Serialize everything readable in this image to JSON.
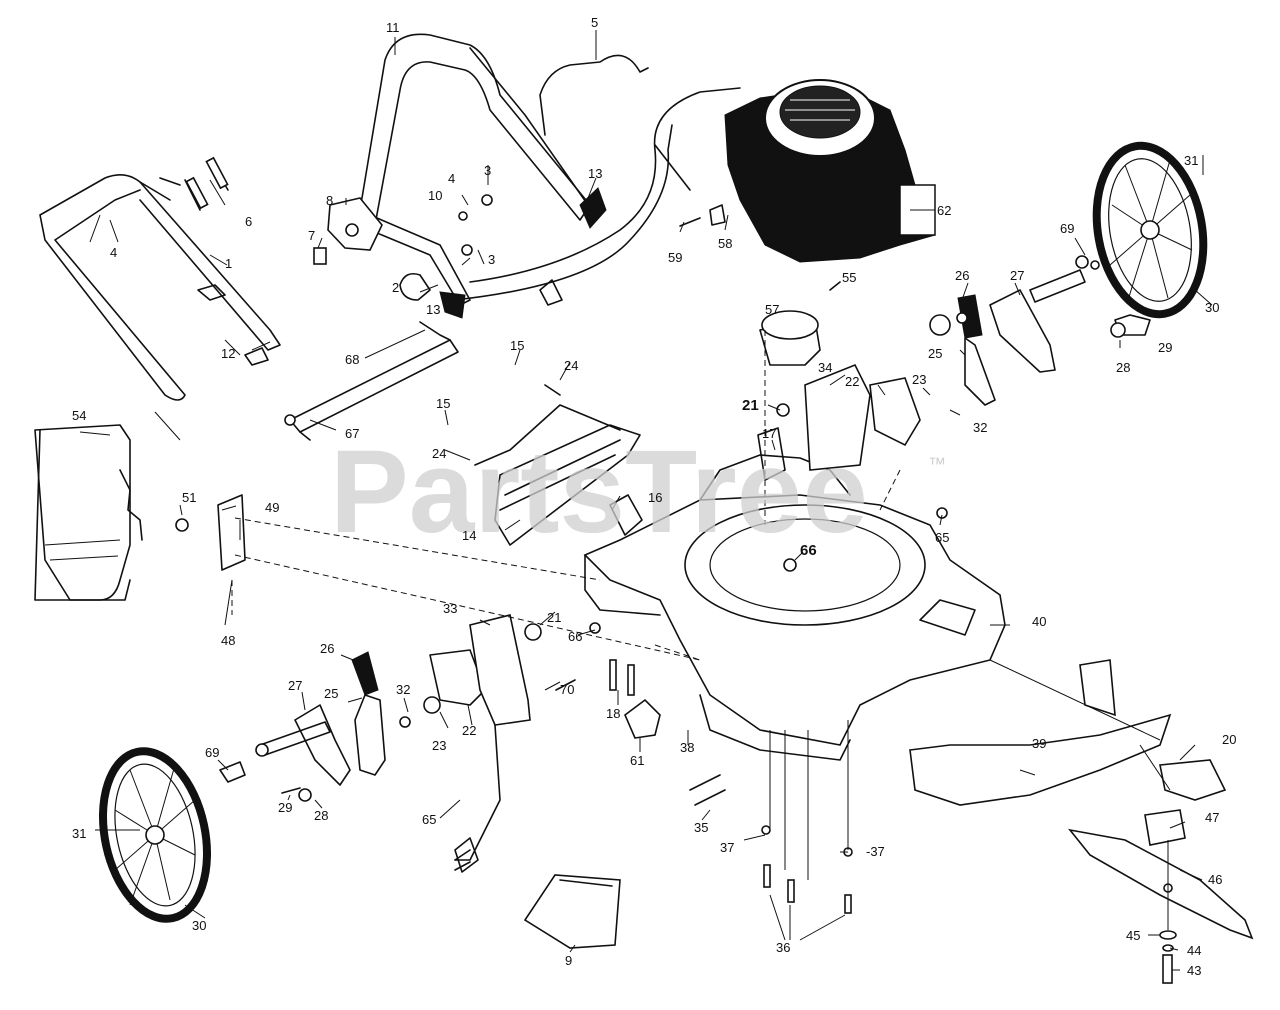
{
  "watermark": {
    "brand": "PartsTree",
    "trademark": "™"
  },
  "callouts": [
    {
      "id": "c11",
      "text": "11"
    },
    {
      "id": "c5",
      "text": "5"
    },
    {
      "id": "c31a",
      "text": "31"
    },
    {
      "id": "c3a",
      "text": "3"
    },
    {
      "id": "c13a",
      "text": "13"
    },
    {
      "id": "c62",
      "text": "62"
    },
    {
      "id": "c10",
      "text": "10"
    },
    {
      "id": "c8",
      "text": "8"
    },
    {
      "id": "c6",
      "text": "6"
    },
    {
      "id": "c4a",
      "text": "4"
    },
    {
      "id": "c4b",
      "text": "4"
    },
    {
      "id": "c7",
      "text": "7"
    },
    {
      "id": "c1",
      "text": "1"
    },
    {
      "id": "c58",
      "text": "58"
    },
    {
      "id": "c59",
      "text": "59"
    },
    {
      "id": "c3b",
      "text": "3"
    },
    {
      "id": "c2",
      "text": "2"
    },
    {
      "id": "c69a",
      "text": "69"
    },
    {
      "id": "c55",
      "text": "55"
    },
    {
      "id": "c30a",
      "text": "30"
    },
    {
      "id": "c26a",
      "text": "26"
    },
    {
      "id": "c27a",
      "text": "27"
    },
    {
      "id": "c13b",
      "text": "13"
    },
    {
      "id": "c57",
      "text": "57"
    },
    {
      "id": "c29a",
      "text": "29"
    },
    {
      "id": "c12",
      "text": "12"
    },
    {
      "id": "c68",
      "text": "68"
    },
    {
      "id": "c15a",
      "text": "15"
    },
    {
      "id": "c24a",
      "text": "24"
    },
    {
      "id": "c25a",
      "text": "25"
    },
    {
      "id": "c28a",
      "text": "28"
    },
    {
      "id": "c34",
      "text": "34"
    },
    {
      "id": "c22a",
      "text": "22"
    },
    {
      "id": "c23a",
      "text": "23"
    },
    {
      "id": "c21a",
      "text": "21"
    },
    {
      "id": "c32a",
      "text": "32"
    },
    {
      "id": "c67",
      "text": "67"
    },
    {
      "id": "c54",
      "text": "54"
    },
    {
      "id": "c15b",
      "text": "15"
    },
    {
      "id": "c17",
      "text": "17"
    },
    {
      "id": "c24b",
      "text": "24"
    },
    {
      "id": "c16",
      "text": "16"
    },
    {
      "id": "c51",
      "text": "51"
    },
    {
      "id": "c49",
      "text": "49"
    },
    {
      "id": "c14",
      "text": "14"
    },
    {
      "id": "c65a",
      "text": "65"
    },
    {
      "id": "c66a",
      "text": "66"
    },
    {
      "id": "c48",
      "text": "48"
    },
    {
      "id": "c33",
      "text": "33"
    },
    {
      "id": "c21b",
      "text": "21"
    },
    {
      "id": "c66b",
      "text": "66"
    },
    {
      "id": "c40",
      "text": "40"
    },
    {
      "id": "c26b",
      "text": "26"
    },
    {
      "id": "c70",
      "text": "70"
    },
    {
      "id": "c27b",
      "text": "27"
    },
    {
      "id": "c32b",
      "text": "32"
    },
    {
      "id": "c25b",
      "text": "25"
    },
    {
      "id": "c18",
      "text": "18"
    },
    {
      "id": "c22b",
      "text": "22"
    },
    {
      "id": "c23b",
      "text": "23"
    },
    {
      "id": "c39",
      "text": "39"
    },
    {
      "id": "c20",
      "text": "20"
    },
    {
      "id": "c61",
      "text": "61"
    },
    {
      "id": "c38",
      "text": "38"
    },
    {
      "id": "c69b",
      "text": "69"
    },
    {
      "id": "c47",
      "text": "47"
    },
    {
      "id": "c29b",
      "text": "29"
    },
    {
      "id": "c28b",
      "text": "28"
    },
    {
      "id": "c65b",
      "text": "65"
    },
    {
      "id": "c35",
      "text": "35"
    },
    {
      "id": "c31b",
      "text": "31"
    },
    {
      "id": "c37a",
      "text": "37"
    },
    {
      "id": "c37b",
      "text": "-37"
    },
    {
      "id": "c46",
      "text": "46"
    },
    {
      "id": "c30b",
      "text": "30"
    },
    {
      "id": "c36",
      "text": "36"
    },
    {
      "id": "c45",
      "text": "45"
    },
    {
      "id": "c44",
      "text": "44"
    },
    {
      "id": "c9",
      "text": "9"
    },
    {
      "id": "c43",
      "text": "43"
    }
  ]
}
